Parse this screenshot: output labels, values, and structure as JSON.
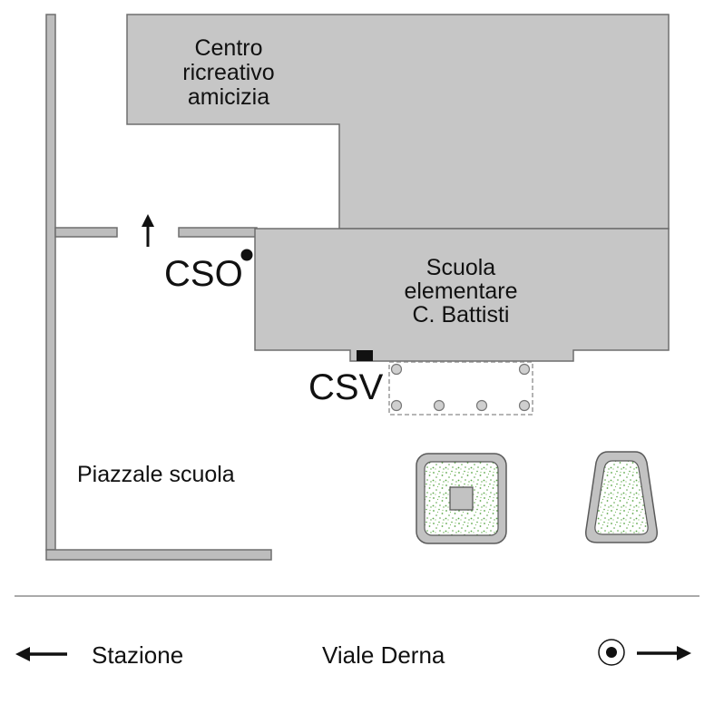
{
  "colors": {
    "building_fill": "#c6c6c6",
    "building_stroke": "#6e6e6e",
    "wall_fill": "#bdbdbd",
    "planter_green": "#5aa646",
    "dark": "#111111"
  },
  "buildings": {
    "centro": {
      "line1": "Centro",
      "line2": "ricreativo",
      "line3": "amicizia"
    },
    "scuola": {
      "line1": "Scuola",
      "line2": "elementare",
      "line3": "C. Battisti"
    }
  },
  "points": {
    "cso": {
      "label": "CSO"
    },
    "csv": {
      "label": "CSV"
    }
  },
  "areas": {
    "piazzale": {
      "label": "Piazzale scuola"
    }
  },
  "street": {
    "name": "Viale Derna",
    "left_destination": "Stazione"
  },
  "icons": {
    "entry_arrow": "up-arrow-icon",
    "left_arrow": "left-arrow-icon",
    "right_arrow": "right-arrow-icon",
    "bullseye": "bullseye-icon"
  }
}
